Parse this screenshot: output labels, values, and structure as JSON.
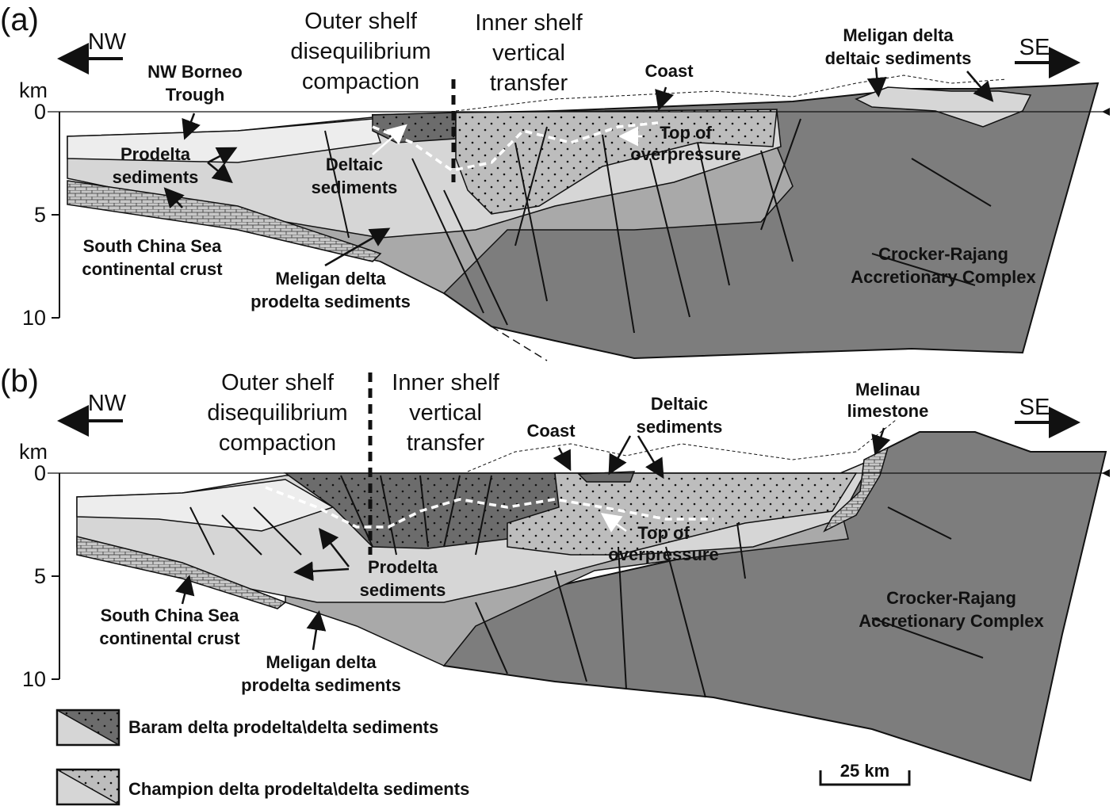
{
  "colors": {
    "crocker": "#7d7d7d",
    "medium": "#a9a9a9",
    "light": "#d6d6d6",
    "lightest": "#ededed",
    "baram": "#6c6c6c",
    "champion": "#bdbdbd"
  },
  "panel_a": {
    "label": "(a)",
    "nw": "NW",
    "se": "SE",
    "km": "km",
    "ticks": [
      "0",
      "5",
      "10"
    ],
    "labels": {
      "outer_shelf": [
        "Outer shelf",
        "disequilibrium",
        "compaction"
      ],
      "inner_shelf": [
        "Inner shelf",
        "vertical",
        "transfer"
      ],
      "coast": [
        "Coast"
      ],
      "meligan_deltaic": [
        "Meligan delta",
        "deltaic sediments"
      ],
      "nw_borneo": [
        "NW Borneo",
        "Trough"
      ],
      "prodelta": [
        "Prodelta",
        "sediments"
      ],
      "deltaic": [
        "Deltaic",
        "sediments"
      ],
      "top_overpressure": [
        "Top of",
        "overpressure"
      ],
      "scs_crust": [
        "South China Sea",
        "continental crust"
      ],
      "meligan_prodelta": [
        "Meligan delta",
        "prodelta sediments"
      ],
      "crocker": [
        "Crocker-Rajang",
        "Accretionary Complex"
      ]
    }
  },
  "panel_b": {
    "label": "(b)",
    "nw": "NW",
    "se": "SE",
    "km": "km",
    "ticks": [
      "0",
      "5",
      "10"
    ],
    "labels": {
      "outer_shelf": [
        "Outer shelf",
        "disequilibrium",
        "compaction"
      ],
      "inner_shelf": [
        "Inner shelf",
        "vertical",
        "transfer"
      ],
      "coast": [
        "Coast"
      ],
      "deltaic": [
        "Deltaic",
        "sediments"
      ],
      "melinau": [
        "Melinau",
        "limestone"
      ],
      "top_overpressure": [
        "Top of",
        "overpressure"
      ],
      "prodelta": [
        "Prodelta",
        "sediments"
      ],
      "scs_crust": [
        "South China Sea",
        "continental crust"
      ],
      "meligan_prodelta": [
        "Meligan delta",
        "prodelta sediments"
      ],
      "crocker": [
        "Crocker-Rajang",
        "Accretionary Complex"
      ]
    }
  },
  "legend": [
    {
      "label": "Baram delta prodelta\\delta sediments"
    },
    {
      "label": "Champion delta prodelta\\delta sediments"
    }
  ],
  "scale_bar": "25 km"
}
